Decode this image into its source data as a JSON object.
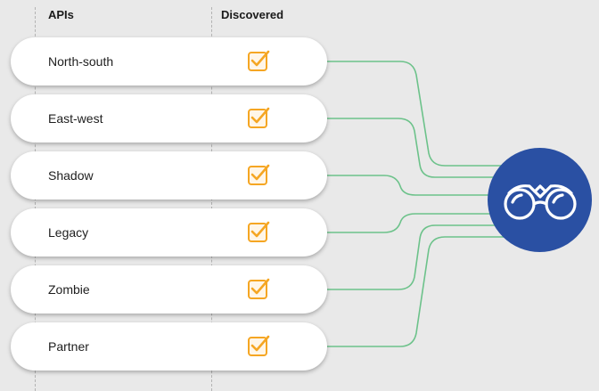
{
  "header": {
    "apis_label": "APIs",
    "discovered_label": "Discovered"
  },
  "rows": [
    {
      "label": "North-south",
      "discovered": true
    },
    {
      "label": "East-west",
      "discovered": true
    },
    {
      "label": "Shadow",
      "discovered": true
    },
    {
      "label": "Legacy",
      "discovered": true
    },
    {
      "label": "Zombie",
      "discovered": true
    },
    {
      "label": "Partner",
      "discovered": true
    }
  ],
  "hub": {
    "icon": "binoculars-icon"
  },
  "colors": {
    "background": "#e9e9e9",
    "connector": "#6cc28a",
    "check": "#f5a623",
    "hub": "#2a50a3"
  }
}
